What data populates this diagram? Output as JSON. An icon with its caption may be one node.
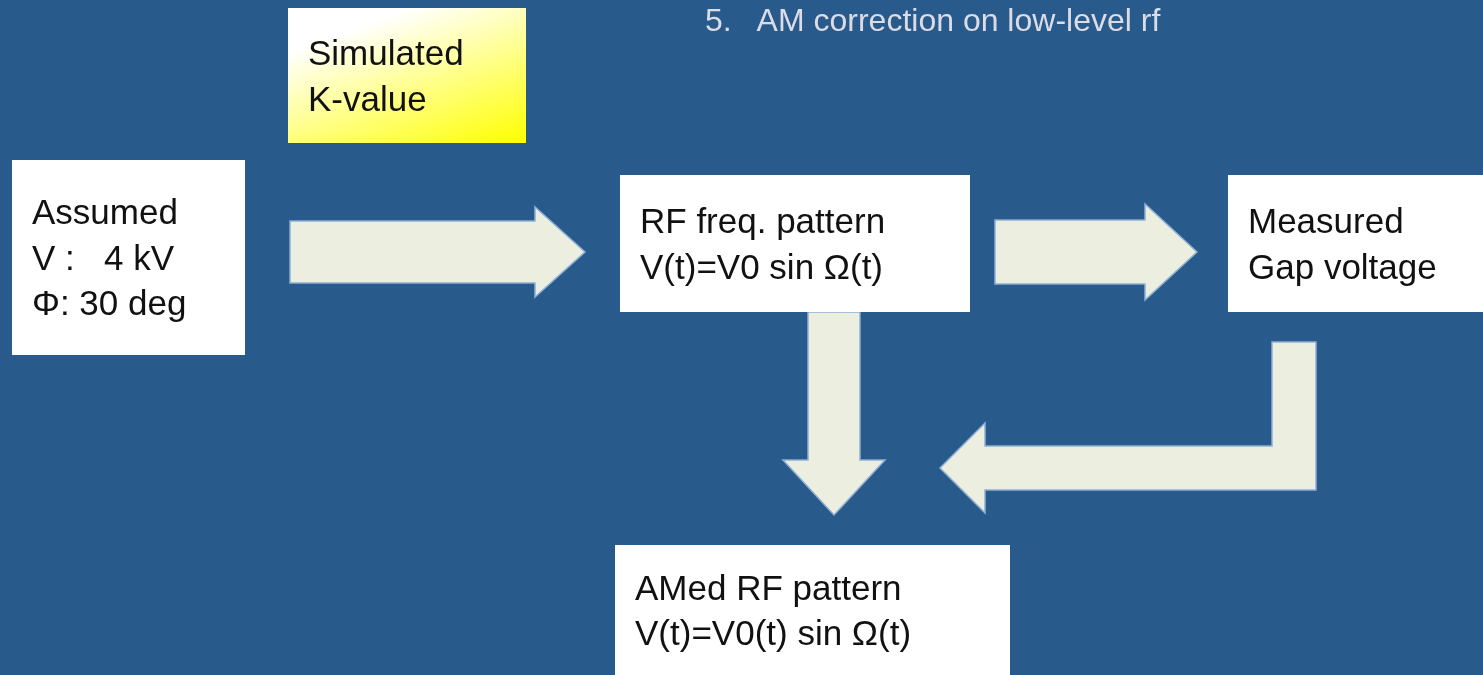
{
  "diagram": {
    "title": "5.   AM correction on low-level rf",
    "nodes": [
      {
        "text": [
          "Simulated K-value"
        ]
      },
      {
        "text": [
          "Assumed",
          "V :   4 kV",
          "Φ: 30 deg"
        ]
      },
      {
        "text": [
          "RF freq. pattern",
          "V(t)=V0 sin Ω(t)"
        ]
      },
      {
        "text": [
          "Measured Gap voltage"
        ]
      },
      {
        "text": [
          "AMed RF pattern",
          "V(t)=V0(t) sin Ω(t)"
        ]
      }
    ],
    "edges": [
      {
        "from": 1,
        "to": 2,
        "arrow": "to",
        "style": "thick"
      },
      {
        "from": 2,
        "to": 3,
        "arrow": "to",
        "style": "thick"
      },
      {
        "from": 2,
        "to": 4,
        "arrow": "to",
        "style": "thick"
      },
      {
        "from": 3,
        "to": 4,
        "arrow": "to",
        "style": "thick"
      }
    ]
  }
}
